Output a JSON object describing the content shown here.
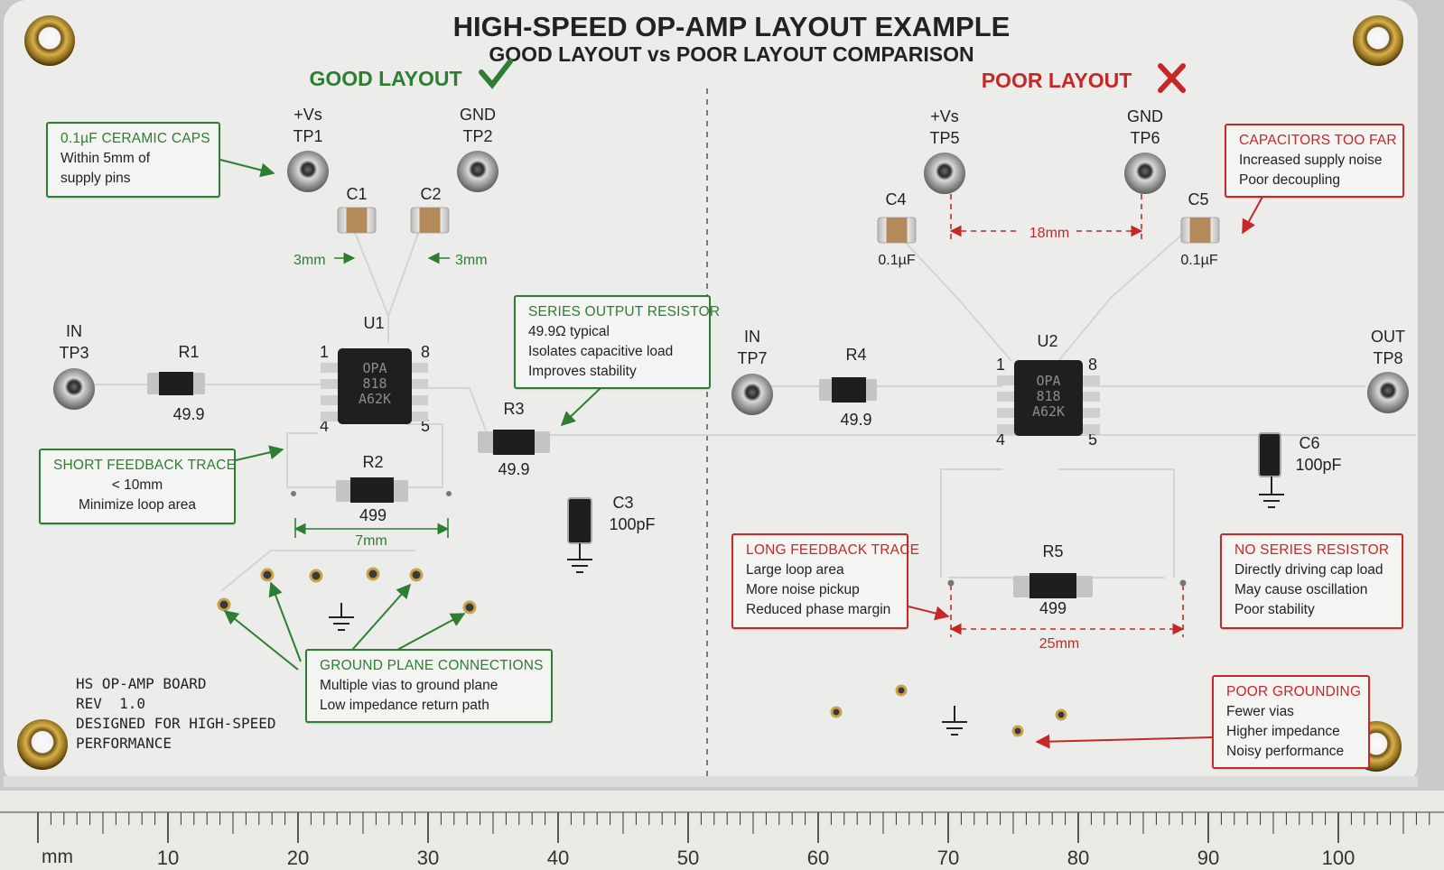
{
  "header": {
    "title": "HIGH-SPEED OP-AMP LAYOUT EXAMPLE",
    "subtitle": "GOOD LAYOUT vs POOR LAYOUT COMPARISON"
  },
  "good": {
    "heading": "GOOD LAYOUT",
    "labels": {
      "tp1_top": "+Vs",
      "tp1": "TP1",
      "tp2_top": "GND",
      "tp2": "TP2",
      "tp3_top": "IN",
      "tp3": "TP3",
      "c1": "C1",
      "c2": "C2",
      "dist_c1": "3mm",
      "dist_c2": "3mm",
      "u1": "U1",
      "pin1": "1",
      "pin8": "8",
      "pin4": "4",
      "pin5": "5",
      "r1": "R1",
      "r1_val": "49.9",
      "r2": "R2",
      "r2_val": "499",
      "r3": "R3",
      "r3_val": "49.9",
      "c3": "C3",
      "c3_val": "100pF",
      "dist_feedback": "7mm",
      "ic_line1": "OPA",
      "ic_line2": "818",
      "ic_line3": "A62K"
    },
    "notes": {
      "caps": {
        "title": "0.1µF CERAMIC CAPS",
        "lines": [
          "Within 5mm of",
          "supply pins"
        ]
      },
      "series": {
        "title": "SERIES OUTPUT RESISTOR",
        "lines": [
          "49.9Ω typical",
          "Isolates capacitive load",
          "Improves stability"
        ]
      },
      "feedback": {
        "title": "SHORT FEEDBACK TRACE",
        "lines": [
          "< 10mm",
          "Minimize loop area"
        ]
      },
      "ground": {
        "title": "GROUND PLANE CONNECTIONS",
        "lines": [
          "Multiple vias to ground plane",
          "Low impedance return path"
        ]
      }
    }
  },
  "poor": {
    "heading": "POOR LAYOUT",
    "labels": {
      "tp5_top": "+Vs",
      "tp5": "TP5",
      "tp6_top": "GND",
      "tp6": "TP6",
      "tp7_top": "IN",
      "tp7": "TP7",
      "tp8_top": "OUT",
      "tp8": "TP8",
      "c4": "C4",
      "c4_val": "0.1µF",
      "c5": "C5",
      "c5_val": "0.1µF",
      "dist_supply": "18mm",
      "u2": "U2",
      "pin1": "1",
      "pin8": "8",
      "pin4": "4",
      "pin5": "5",
      "r4": "R4",
      "r4_val": "49.9",
      "r5": "R5",
      "r5_val": "499",
      "c6": "C6",
      "c6_val": "100pF",
      "dist_feedback": "25mm",
      "ic_line1": "OPA",
      "ic_line2": "818",
      "ic_line3": "A62K"
    },
    "notes": {
      "caps": {
        "title": "CAPACITORS TOO FAR",
        "lines": [
          "Increased supply noise",
          "Poor decoupling"
        ]
      },
      "feedback": {
        "title": "LONG FEEDBACK TRACE",
        "lines": [
          "Large loop area",
          "More noise pickup",
          "Reduced phase margin"
        ]
      },
      "series": {
        "title": "NO SERIES RESISTOR",
        "lines": [
          "Directly driving cap load",
          "May cause oscillation",
          "Poor stability"
        ]
      },
      "ground": {
        "title": "POOR GROUNDING",
        "lines": [
          "Fewer vias",
          "Higher impedance",
          "Noisy performance"
        ]
      }
    }
  },
  "board_info": {
    "line1": "HS OP-AMP BOARD",
    "line2": "REV  1.0",
    "line3": "DESIGNED FOR HIGH-SPEED",
    "line4": "PERFORMANCE"
  },
  "ruler": {
    "unit": "mm",
    "labels": [
      "10",
      "20",
      "30",
      "40",
      "50",
      "60",
      "70",
      "80",
      "90",
      "100"
    ]
  },
  "colors": {
    "good": "#2e7d32",
    "bad": "#c62828",
    "board": "#ecedeb",
    "silk": "#222222"
  }
}
